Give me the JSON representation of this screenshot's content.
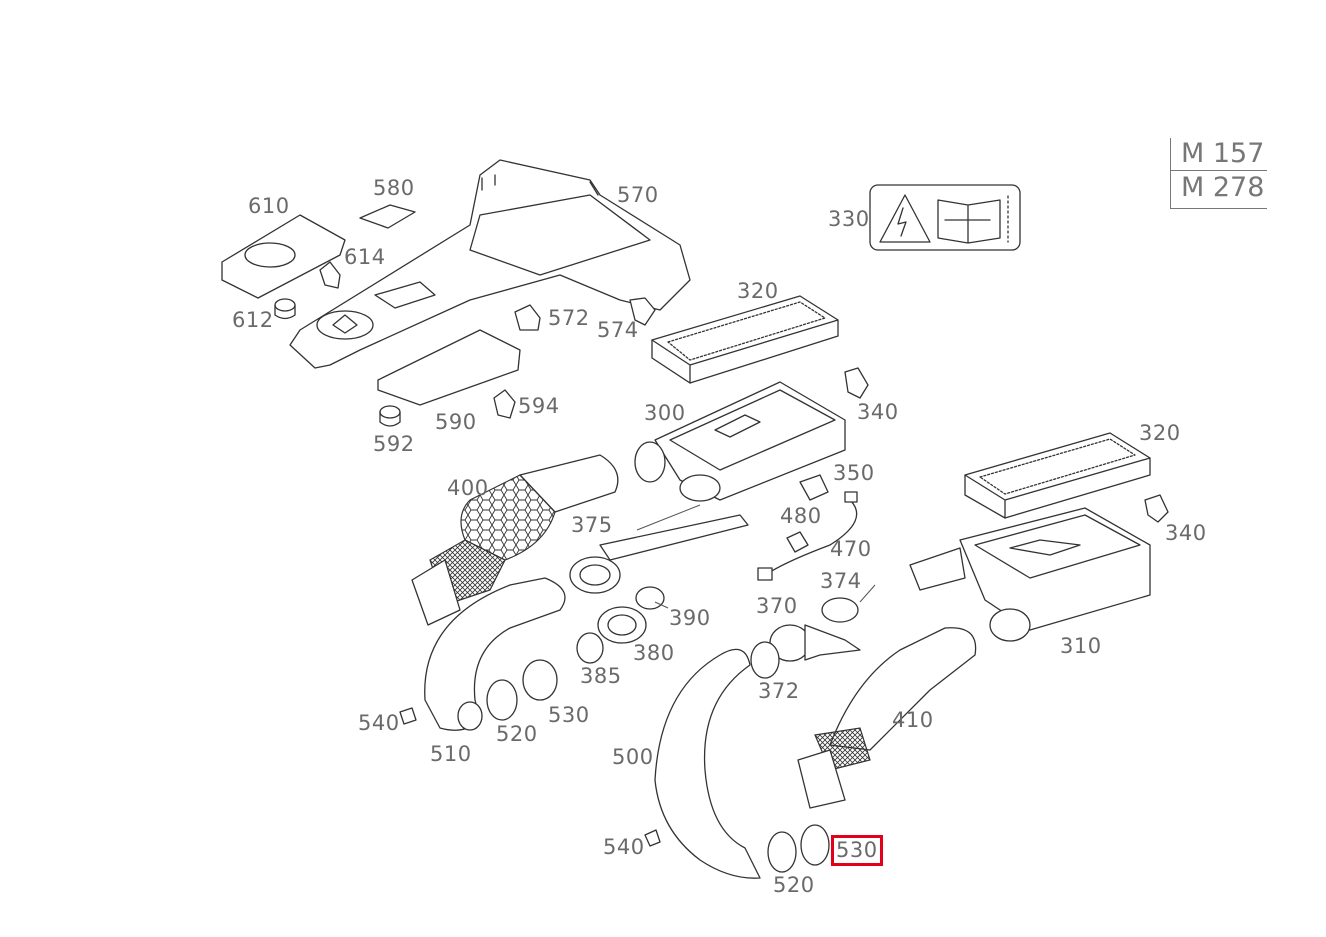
{
  "engine_codes": [
    "M 157",
    "M 278"
  ],
  "selected_part": "530",
  "labels": {
    "l610": "610",
    "l580": "580",
    "l570": "570",
    "l330": "330",
    "l614": "614",
    "l612": "612",
    "l572": "572",
    "l574": "574",
    "l320a": "320",
    "l590": "590",
    "l594": "594",
    "l592": "592",
    "l300": "300",
    "l340a": "340",
    "l320b": "320",
    "l400": "400",
    "l350": "350",
    "l375": "375",
    "l480": "480",
    "l340b": "340",
    "l470": "470",
    "l374": "374",
    "l390": "390",
    "l370": "370",
    "l310": "310",
    "l380": "380",
    "l385": "385",
    "l372": "372",
    "l530a": "530",
    "l540a": "540",
    "l520a": "520",
    "l410": "410",
    "l510": "510",
    "l500": "500",
    "l540b": "540",
    "l530b": "530",
    "l520b": "520"
  },
  "icons": [
    "high-voltage-warning-icon",
    "service-manual-wrench-icon"
  ]
}
